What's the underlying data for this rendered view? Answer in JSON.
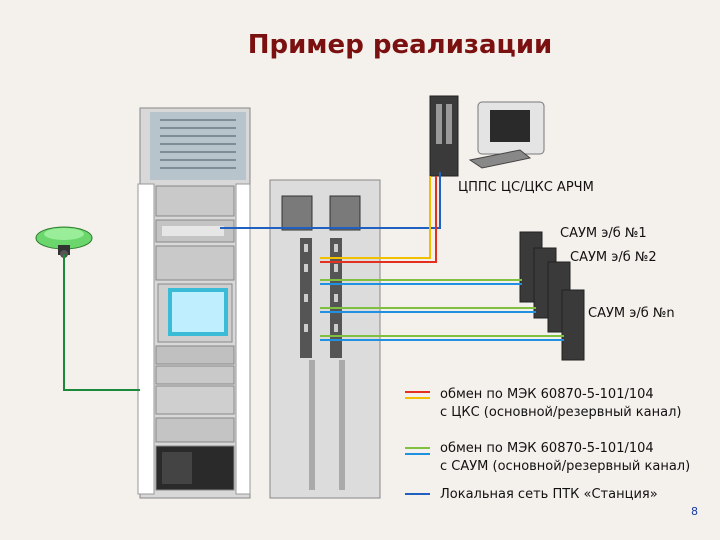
{
  "title": "Пример реализации",
  "labels": {
    "cpps": "ЦППС ЦС/ЦКС АРЧМ",
    "saum1": "САУМ э/б №1",
    "saum2": "САУМ э/б №2",
    "saumn": "САУМ э/б №n"
  },
  "legend": [
    {
      "line1": "обмен по МЭК 60870-5-101/104",
      "line2": "с ЦКС (основной/резервный канал)",
      "colors": [
        "#e53020",
        "#f0c000"
      ]
    },
    {
      "line1": "обмен по МЭК 60870-5-101/104",
      "line2": "с САУМ (основной/резервный канал)",
      "colors": [
        "#80c040",
        "#2090e0"
      ]
    },
    {
      "line1": "Локальная сеть ПТК «Станция»",
      "line2": "",
      "colors": [
        "#2060c0"
      ]
    }
  ],
  "page_number": "8",
  "colors": {
    "red_line": "#e53020",
    "yellow_line": "#f0c000",
    "green_line": "#80c040",
    "blue_line": "#2090e0",
    "lan_blue": "#2060c0",
    "gps_green": "#1a8a3a"
  },
  "icons": [
    "gps-antenna-icon",
    "server-rack-icon",
    "terminal-cabinet-icon",
    "monitor-icon",
    "controller-module-icon"
  ]
}
